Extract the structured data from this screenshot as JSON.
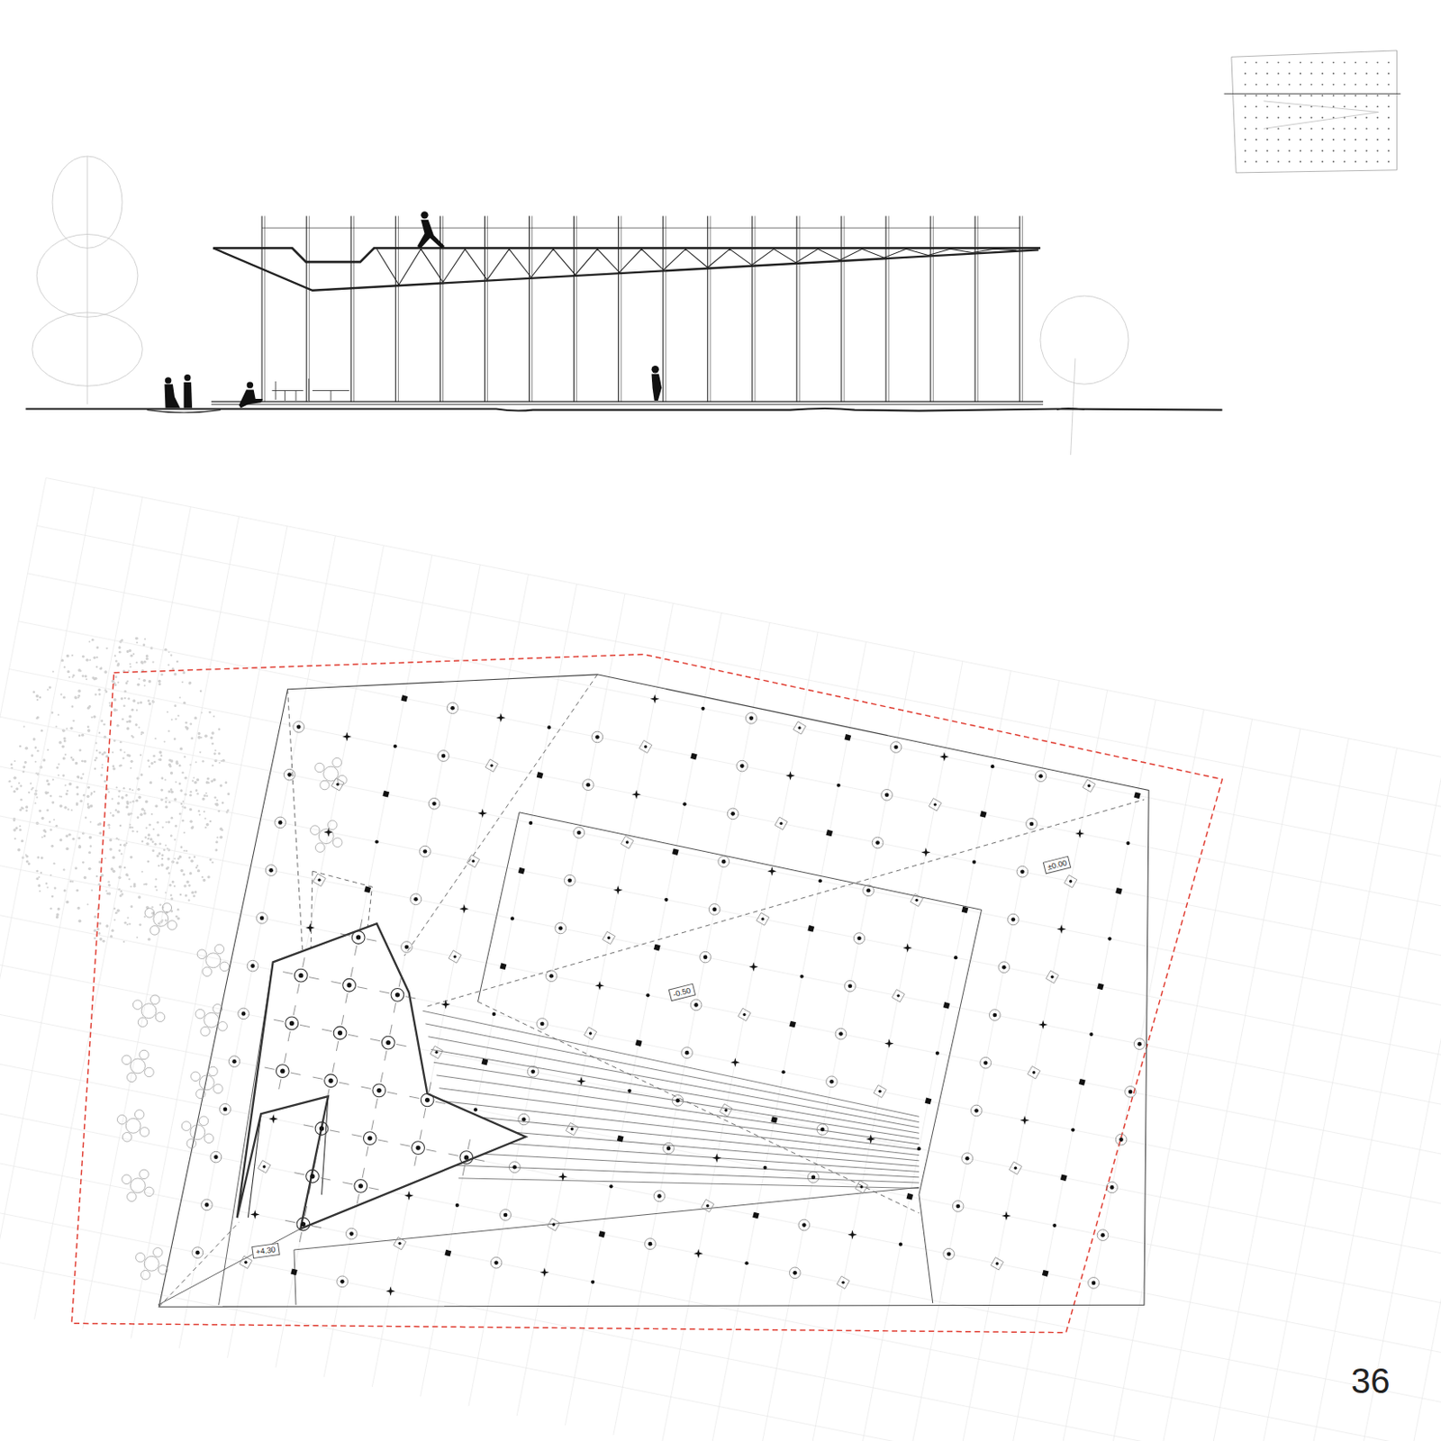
{
  "diagram": {
    "labels": [
      "±0.00",
      "-0.50",
      "+4.30",
      "36"
    ]
  }
}
